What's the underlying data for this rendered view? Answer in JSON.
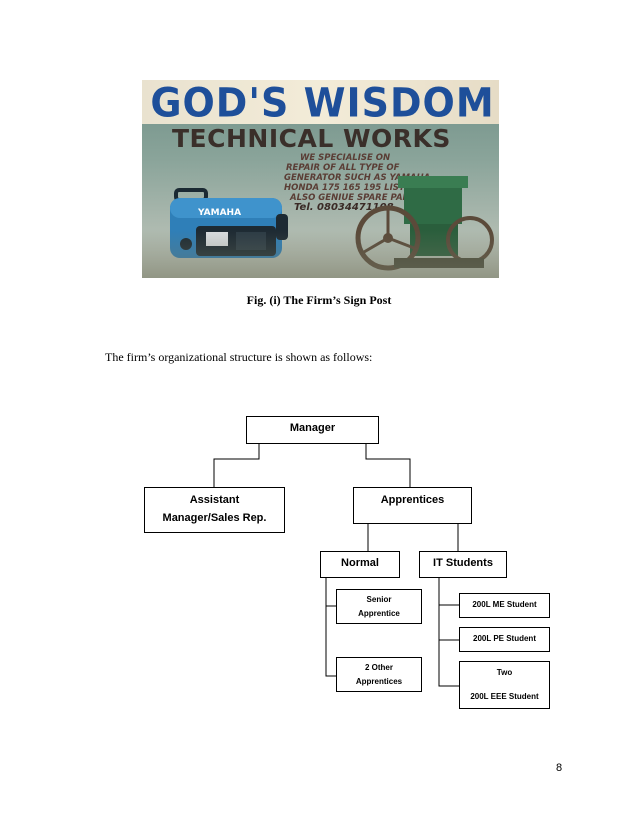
{
  "figure": {
    "sign": {
      "line1": "GOD'S WISDOM",
      "line2": "TECHNICAL WORKS",
      "spec_lines": [
        "WE SPECIALISE ON",
        "REPAIR OF ALL TYPE OF",
        "GENERATOR SUCH AS YAMAHA",
        "HONDA 175 165 195 LISTER",
        "ALSO GENIUE SPARE PARTS"
      ],
      "phone": "Tel. 08034471108",
      "generator_brand": "YAMAHA"
    },
    "caption": "Fig. (i) The Firm’s Sign Post"
  },
  "body_text": "The firm’s organizational structure is shown as follows:",
  "org_chart": {
    "manager": "Manager",
    "assistant": [
      "Assistant",
      "Manager/Sales Rep."
    ],
    "apprentices": "Apprentices",
    "normal": "Normal",
    "it_students": "IT Students",
    "senior": [
      "Senior",
      "Apprentice"
    ],
    "other": [
      "2 Other",
      "Apprentices"
    ],
    "me": "200L ME Student",
    "pe": "200L PE Student",
    "eee": [
      "Two",
      "200L EEE Student"
    ]
  },
  "page_number": "8"
}
